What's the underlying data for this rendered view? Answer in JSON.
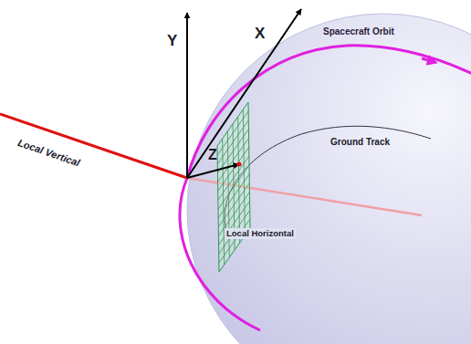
{
  "diagram": {
    "labels": [
      "Y",
      "X",
      "Spacecraft Orbit",
      "Ground Track",
      "Local Vertical",
      "Z",
      "Local Horizontal"
    ]
  }
}
